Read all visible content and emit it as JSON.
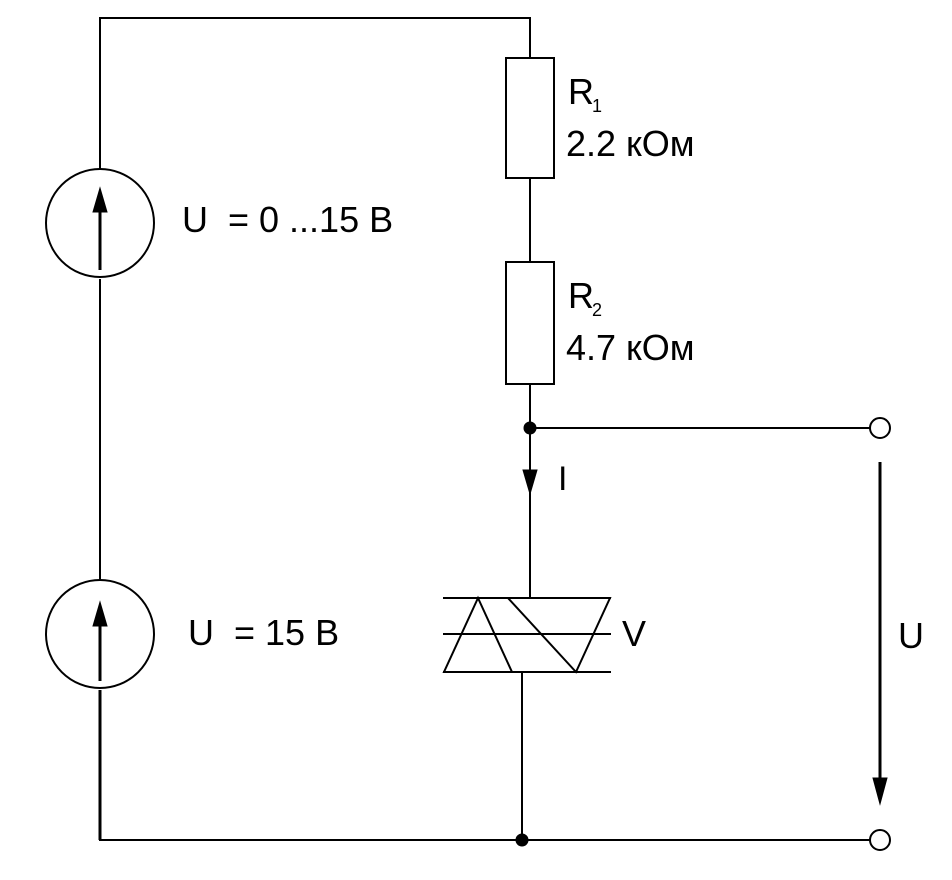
{
  "components": {
    "r1": {
      "name": "R",
      "index": "1",
      "value": "2.2 кОм"
    },
    "r2": {
      "name": "R",
      "index": "2",
      "value": "4.7 кОм"
    },
    "source_top": {
      "label": "U  = 0 ...15 В",
      "icon": "voltage-source-arrow-up"
    },
    "source_bottom": {
      "label": "U  = 15 В",
      "icon": "voltage-source-arrow-up"
    },
    "triac": {
      "label": "V",
      "icon": "triac-symbol"
    }
  },
  "annotations": {
    "current": "I",
    "output_voltage": "U"
  }
}
